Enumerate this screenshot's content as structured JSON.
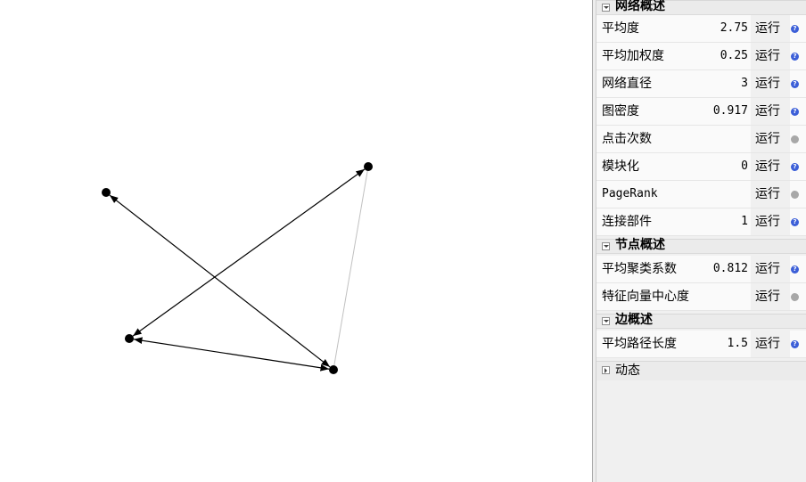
{
  "sections": {
    "network": {
      "title": "网络概述",
      "rows": [
        {
          "label": "平均度",
          "value": "2.75",
          "run": "运行",
          "help": "available"
        },
        {
          "label": "平均加权度",
          "value": "0.25",
          "run": "运行",
          "help": "available"
        },
        {
          "label": "网络直径",
          "value": "3",
          "run": "运行",
          "help": "available"
        },
        {
          "label": "图密度",
          "value": "0.917",
          "run": "运行",
          "help": "available"
        },
        {
          "label": "点击次数",
          "value": "",
          "run": "运行",
          "help": "disabled"
        },
        {
          "label": "模块化",
          "value": "0",
          "run": "运行",
          "help": "available"
        },
        {
          "label": "PageRank",
          "value": "",
          "run": "运行",
          "help": "disabled"
        },
        {
          "label": "连接部件",
          "value": "1",
          "run": "运行",
          "help": "available"
        }
      ]
    },
    "node": {
      "title": "节点概述",
      "rows": [
        {
          "label": "平均聚类系数",
          "value": "0.812",
          "run": "运行",
          "help": "available"
        },
        {
          "label": "特征向量中心度",
          "value": "",
          "run": "运行",
          "help": "disabled"
        }
      ]
    },
    "edge": {
      "title": "边概述",
      "rows": [
        {
          "label": "平均路径长度",
          "value": "1.5",
          "run": "运行",
          "help": "available"
        }
      ]
    },
    "dynamic": {
      "title": "动态"
    }
  },
  "help_glyph": "?",
  "graph": {
    "nodes": [
      {
        "id": "n1"
      },
      {
        "id": "n2"
      },
      {
        "id": "n3"
      },
      {
        "id": "n4"
      }
    ],
    "edges": [
      {
        "source": "n4",
        "target": "n1",
        "color": "#000000",
        "directed": "both"
      },
      {
        "source": "n3",
        "target": "n2",
        "color": "#000000",
        "directed": "both"
      },
      {
        "source": "n3",
        "target": "n4",
        "color": "#000000",
        "directed": "both"
      },
      {
        "source": "n2",
        "target": "n4",
        "color": "#c0c0c0",
        "directed": "none"
      }
    ],
    "node_color": "#000000"
  },
  "colors": {
    "help_icon": "#3c5fd8",
    "help_icon_disabled": "#a8a8a8",
    "panel_bg": "#f0f0f0"
  }
}
